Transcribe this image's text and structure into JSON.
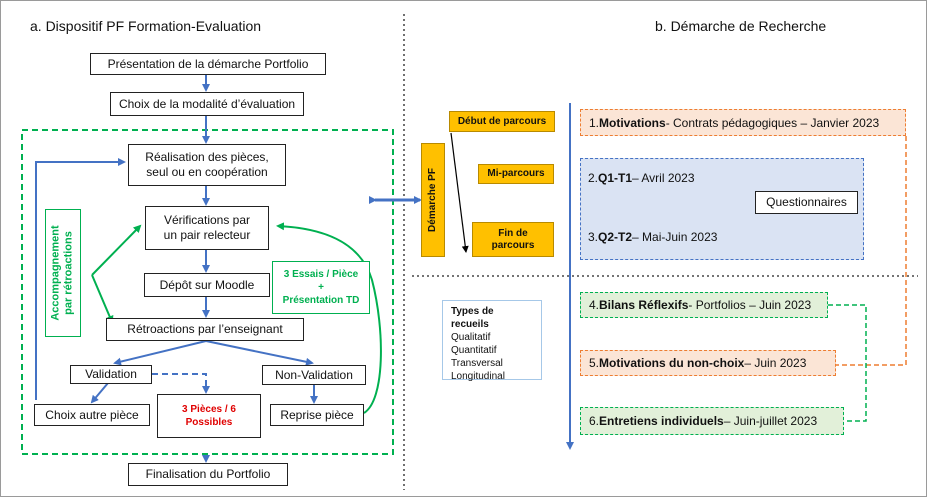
{
  "left": {
    "title": "a. Dispositif PF Formation-Evaluation",
    "presentation": "Présentation de la démarche Portfolio",
    "choix_modalite": "Choix de la modalité d’évaluation",
    "realisation_line1": "Réalisation des pièces,",
    "realisation_line2": "seul ou en coopération",
    "verifications_line1": "Vérifications par",
    "verifications_line2": "un pair relecteur",
    "depot": "Dépôt sur Moodle",
    "retroactions": "Rétroactions par l’enseignant",
    "validation": "Validation",
    "non_validation": "Non-Validation",
    "choix_autre": "Choix autre pièce",
    "reprise": "Reprise pièce",
    "accompagnement_line1": "Accompagnement",
    "accompagnement_line2": "par rétroactions",
    "essais_line1": "3 Essais / Pièce",
    "essais_line2": "+",
    "essais_line3": "Présentation TD",
    "pieces_line1": "3 Pièces / 6",
    "pieces_line2": "Possibles",
    "finalisation": "Finalisation du Portfolio"
  },
  "right": {
    "title": "b. Démarche de Recherche",
    "demarche_pf": "Démarche PF",
    "debut": "Début de parcours",
    "mi": "Mi-parcours",
    "fin_line1": "Fin de",
    "fin_line2": "parcours",
    "m1_prefix": "1. ",
    "m1_bold": "Motivations",
    "m1_rest": " - Contrats pédagogiques – Janvier 2023",
    "q1_prefix": "2. ",
    "q1_bold": "Q1-T1",
    "q1_rest": " – Avril 2023",
    "questionnaires": "Questionnaires",
    "q2_prefix": "3. ",
    "q2_bold": "Q2-T2",
    "q2_rest": " – Mai-Juin 2023",
    "types_title": "Types de recueils",
    "types_items": [
      "Qualitatif",
      "Quantitatif",
      "Transversal",
      "Longitudinal"
    ],
    "b4_prefix": "4. ",
    "b4_bold": "Bilans Réflexifs",
    "b4_rest": " - Portfolios – Juin 2023",
    "b5_prefix": "5. ",
    "b5_bold": "Motivations du non-choix",
    "b5_rest": " – Juin 2023",
    "b6_prefix": "6. ",
    "b6_bold": "Entretiens individuels",
    "b6_rest": " – Juin-juillet 2023"
  },
  "colors": {
    "arrow_blue": "#4472c4",
    "green": "#00b050",
    "orange_dash": "#ed7d31",
    "blue_box_bg": "#dae3f3",
    "orange_fill": "#ffc000",
    "light_orange_bg": "#fbe5d6",
    "light_green_bg": "#e2f0d9",
    "red": "#e00000"
  }
}
